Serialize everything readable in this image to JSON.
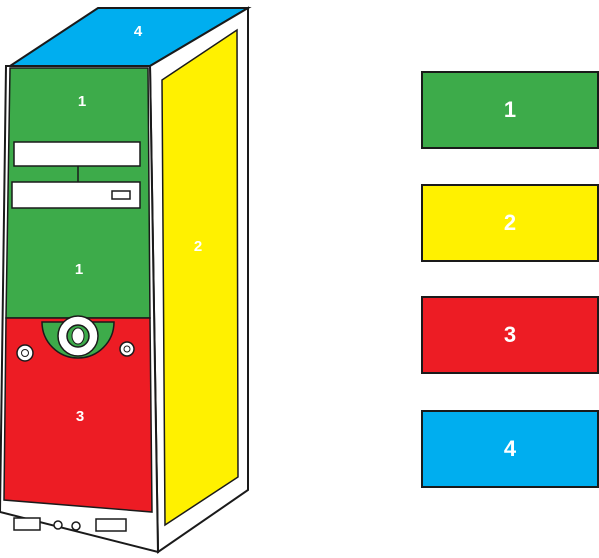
{
  "colors": {
    "green": "#3dab4a",
    "yellow": "#fff100",
    "red": "#ed1c24",
    "blue": "#00aeef",
    "outline": "#1a1a1a"
  },
  "case": {
    "top_label": "4",
    "side_label": "2",
    "front_upper_label": "1",
    "front_middle_label": "1",
    "front_lower_label": "3"
  },
  "legend": {
    "items": [
      {
        "label": "1",
        "color": "green"
      },
      {
        "label": "2",
        "color": "yellow"
      },
      {
        "label": "3",
        "color": "red"
      },
      {
        "label": "4",
        "color": "blue"
      }
    ]
  }
}
